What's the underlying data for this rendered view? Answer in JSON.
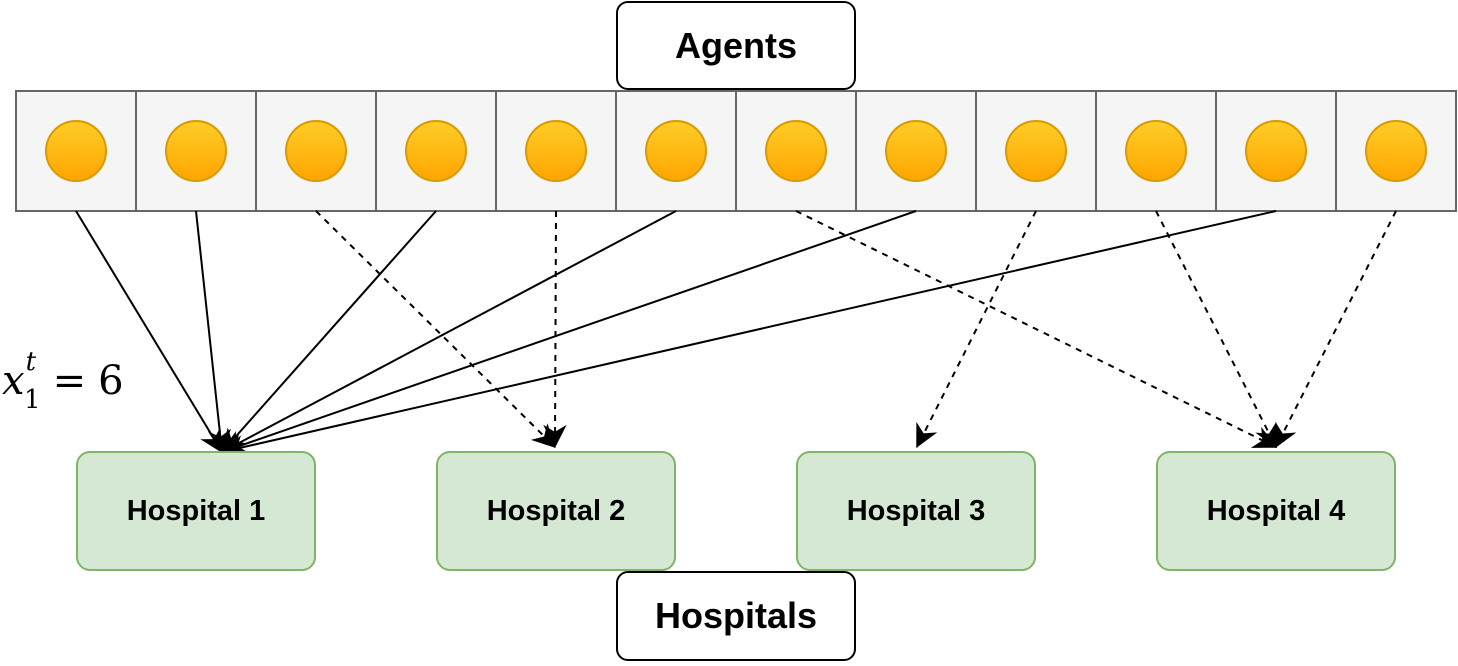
{
  "agents_title": "Agents",
  "hospitals_title": "Hospitals",
  "hospitals": [
    {
      "label": "Hospital 1"
    },
    {
      "label": "Hospital 2"
    },
    {
      "label": "Hospital 3"
    },
    {
      "label": "Hospital 4"
    }
  ],
  "agent_count": 12,
  "assignments": [
    {
      "agent": 1,
      "hospital": 1,
      "style": "solid"
    },
    {
      "agent": 2,
      "hospital": 1,
      "style": "solid"
    },
    {
      "agent": 3,
      "hospital": 2,
      "style": "dashed"
    },
    {
      "agent": 4,
      "hospital": 1,
      "style": "solid"
    },
    {
      "agent": 5,
      "hospital": 2,
      "style": "dashed"
    },
    {
      "agent": 6,
      "hospital": 1,
      "style": "solid"
    },
    {
      "agent": 7,
      "hospital": 4,
      "style": "dashed"
    },
    {
      "agent": 8,
      "hospital": 1,
      "style": "solid"
    },
    {
      "agent": 9,
      "hospital": 3,
      "style": "dashed"
    },
    {
      "agent": 10,
      "hospital": 4,
      "style": "dashed"
    },
    {
      "agent": 11,
      "hospital": 1,
      "style": "solid"
    },
    {
      "agent": 12,
      "hospital": 4,
      "style": "dashed"
    }
  ],
  "math_label": {
    "var": "x",
    "sup": "t",
    "sub": "1",
    "eq": "=",
    "value": "6"
  },
  "colors": {
    "agent_fill": "#ffcd28",
    "agent_fill_bottom": "#ffa500",
    "agent_stroke": "#d79b00",
    "cell_fill": "#f5f5f5",
    "cell_stroke": "#666666",
    "hospital_fill": "#d5e8d4",
    "hospital_stroke": "#82b366"
  }
}
